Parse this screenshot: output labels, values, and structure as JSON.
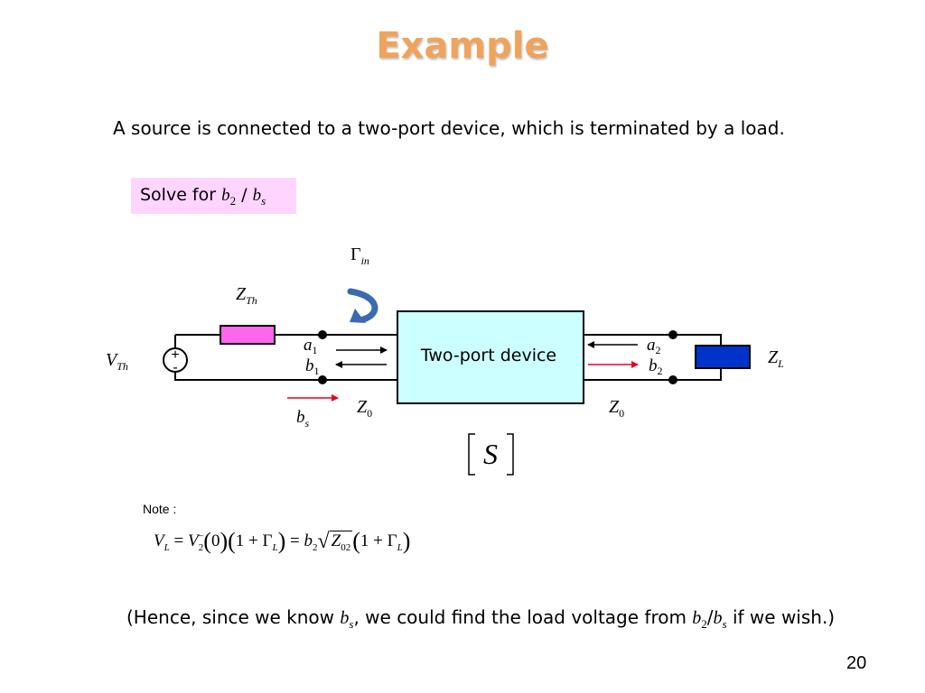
{
  "slide": {
    "title": "Example",
    "intro": "A source is connected to a two-port device, which is terminated by a load.",
    "solve_prefix": "Solve for ",
    "solve_b": "b",
    "solve_b_sub": "2",
    "solve_sep": " / ",
    "solve_bs": "b",
    "solve_bs_sub": "s",
    "page_number": "20"
  },
  "diagram": {
    "gamma_in": "Γ",
    "gamma_in_sub": "in",
    "zth": "Z",
    "zth_sub": "Th",
    "vth": "V",
    "vth_sub": "Th",
    "plus": "+",
    "minus": "-",
    "a1": "a",
    "a1_sub": "1",
    "b1": "b",
    "b1_sub": "1",
    "bs": "b",
    "bs_sub": "s",
    "z0_left": "Z",
    "z0_left_sub": "0",
    "device_label": "Two-port device",
    "a2": "a",
    "a2_sub": "2",
    "b2": "b",
    "b2_sub": "2",
    "z0_right": "Z",
    "z0_right_sub": "0",
    "zl": "Z",
    "zl_sub": "L",
    "s_matrix": "S",
    "colors": {
      "zth_resistor": "#ff66ee",
      "zl_resistor": "#0033cc",
      "device_fill": "#ccffff",
      "red_arrow": "#e8001c",
      "gamma_arrow": "#3a6ab0"
    }
  },
  "note": {
    "label": "Note :",
    "vl": "V",
    "vl_sub": "L",
    "eq1": " = ",
    "v2": "V",
    "v2_sub": "2",
    "v2_sup": "−",
    "zero": "0",
    "one1": "1 + ",
    "gamma1": "Γ",
    "gamma1_sub": "L",
    "eq2": " = ",
    "b2": "b",
    "b2_sub": "2",
    "z02": "Z",
    "z02_sub": "02",
    "one2": "1 + ",
    "gamma2": "Γ",
    "gamma2_sub": "L"
  },
  "conclusion": {
    "p1": "(Hence, since we know ",
    "bs": "b",
    "bs_sub": "s",
    "p2": ",  we could find the load voltage from ",
    "b2": "b",
    "b2_sub": "2",
    "slash": "/",
    "bs2": "b",
    "bs2_sub": "s",
    "p3": " if we wish.)"
  }
}
